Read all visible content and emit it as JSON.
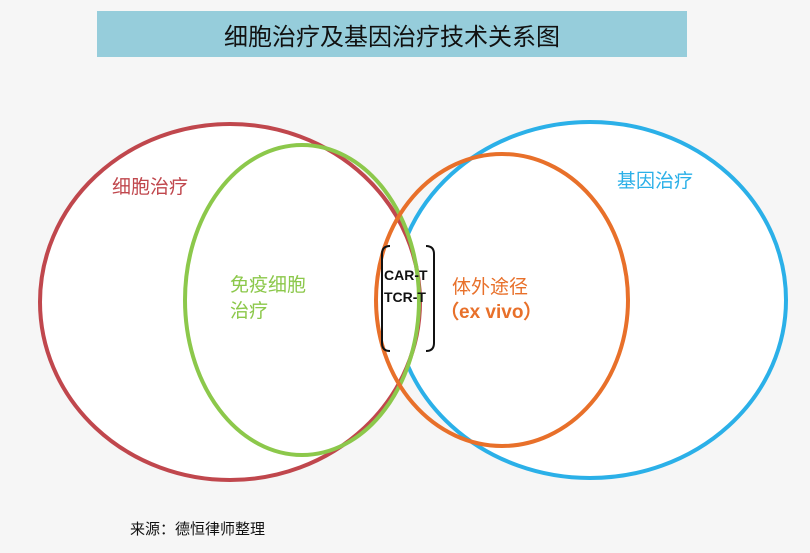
{
  "title": "细胞治疗及基因治疗技术关系图",
  "sets": {
    "cell_therapy": {
      "label": "细胞治疗",
      "color": "#c0474d"
    },
    "gene_therapy": {
      "label": "基因治疗",
      "color": "#2bb0e8"
    },
    "immune_cell_therapy": {
      "label_line1": "免疫细胞",
      "label_line2": "治疗",
      "color": "#8cc84b"
    },
    "ex_vivo": {
      "label_line1": "体外途径",
      "label_line2": "（ex vivo）",
      "color": "#e8702a"
    }
  },
  "intersection": {
    "items": [
      "CAR-T",
      "TCR-T"
    ]
  },
  "source": "来源：德恒律师整理"
}
